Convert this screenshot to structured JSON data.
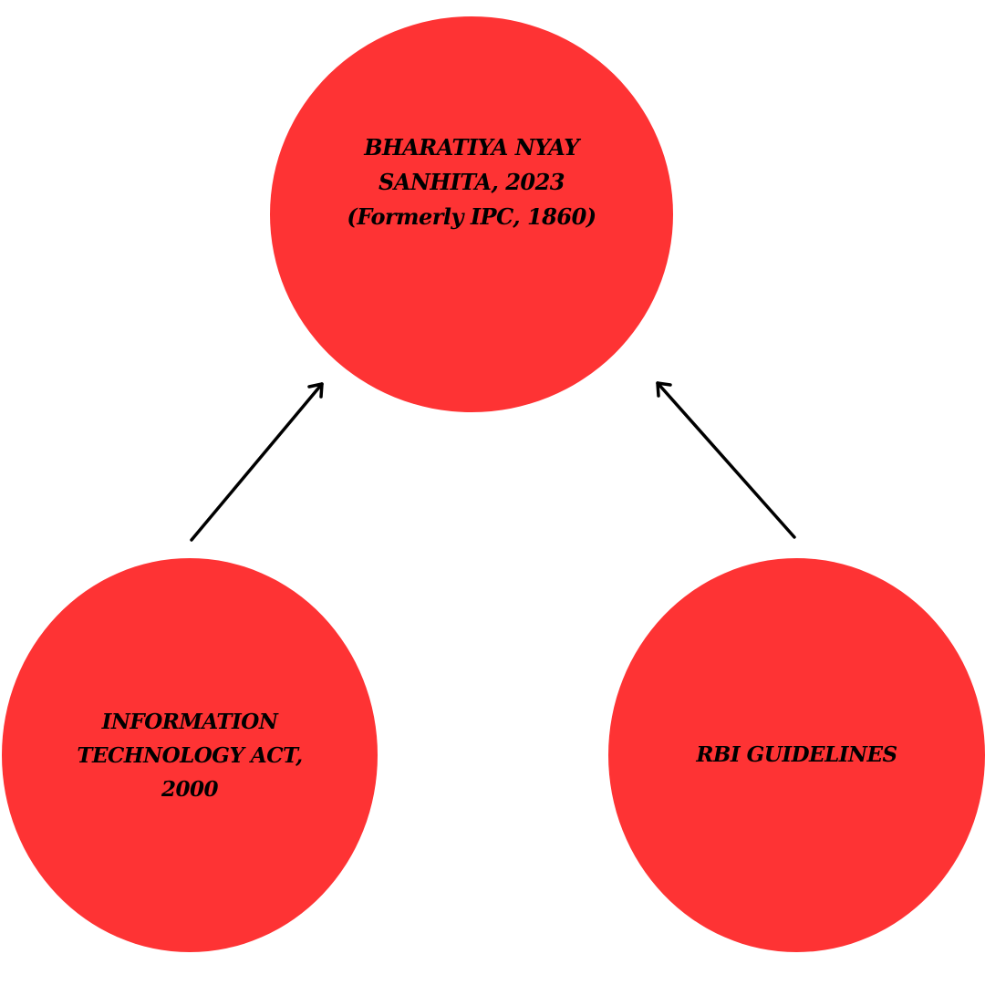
{
  "colors": {
    "node_fill": "#fe3334",
    "text": "#000000",
    "arrow": "#000000",
    "background": "#ffffff"
  },
  "nodes": {
    "top": {
      "label": "BHARATIYA NYAY\nSANHITA, 2023\n(Formerly IPC, 1860)"
    },
    "left": {
      "label": "INFORMATION\nTECHNOLOGY ACT,\n2000"
    },
    "right": {
      "label": "RBI GUIDELINES"
    }
  },
  "edges": [
    {
      "from": "left",
      "to": "top"
    },
    {
      "from": "right",
      "to": "top"
    }
  ]
}
